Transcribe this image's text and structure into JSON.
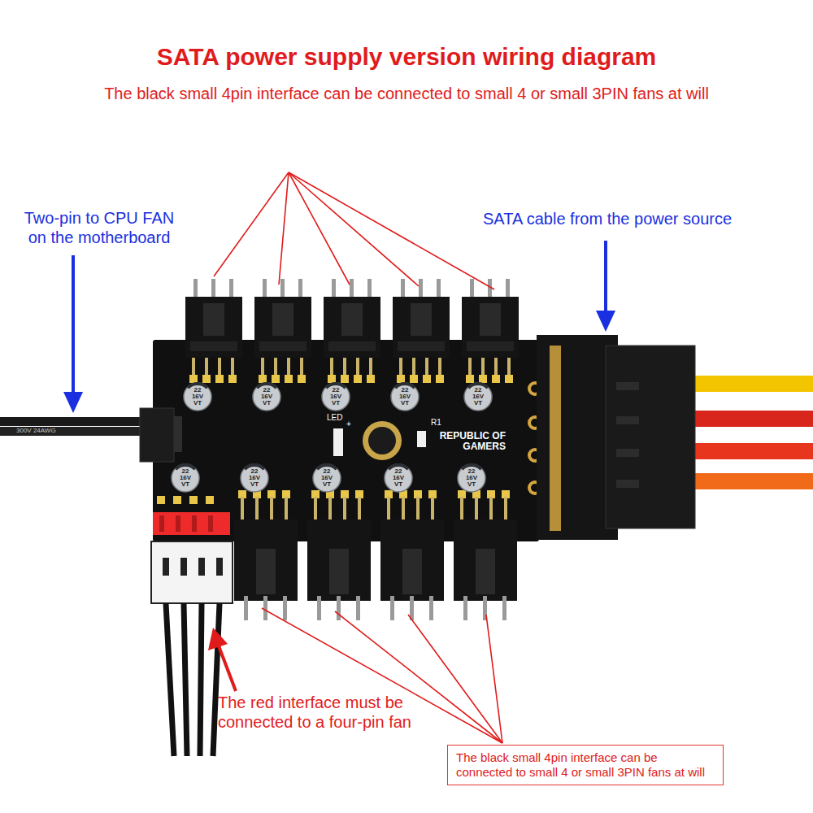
{
  "diagram": {
    "title": "SATA power supply version wiring diagram",
    "nodes": [
      {
        "text": [
          "The black small 4pin interface can be connected to small 4 or small 3PIN fans at will"
        ]
      }
    ],
    "labels": [
      "The black small 4pin interface can be connected to small 4 or small 3PIN fans at will",
      "Two-pin to CPU FAN on the motherboard",
      "SATA cable from the power source",
      "The red interface must be connected to a four-pin fan",
      "LED",
      "+",
      "R1",
      "REPUBLIC OF GAMERS",
      "300V 24AWG",
      "22 16V VT",
      "22 16V VT",
      "22 16V VT",
      "22 16V VT",
      "22 16V VT",
      "22 16V VT",
      "22 16V VT",
      "22 16V VT",
      "22 16V VT",
      "22 16V VT"
    ]
  }
}
